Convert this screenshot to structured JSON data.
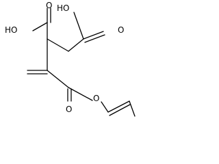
{
  "molecule": {
    "labels": {
      "carboxyl_left_oh": "HO",
      "carboxyl_left_o": "O",
      "carboxyl_right_oh": "HO",
      "carboxyl_right_o": "O",
      "ester_carbonyl_o": "O",
      "ester_ether_o": "O"
    }
  },
  "style": {
    "line_color": "#000000",
    "background": "#ffffff"
  }
}
